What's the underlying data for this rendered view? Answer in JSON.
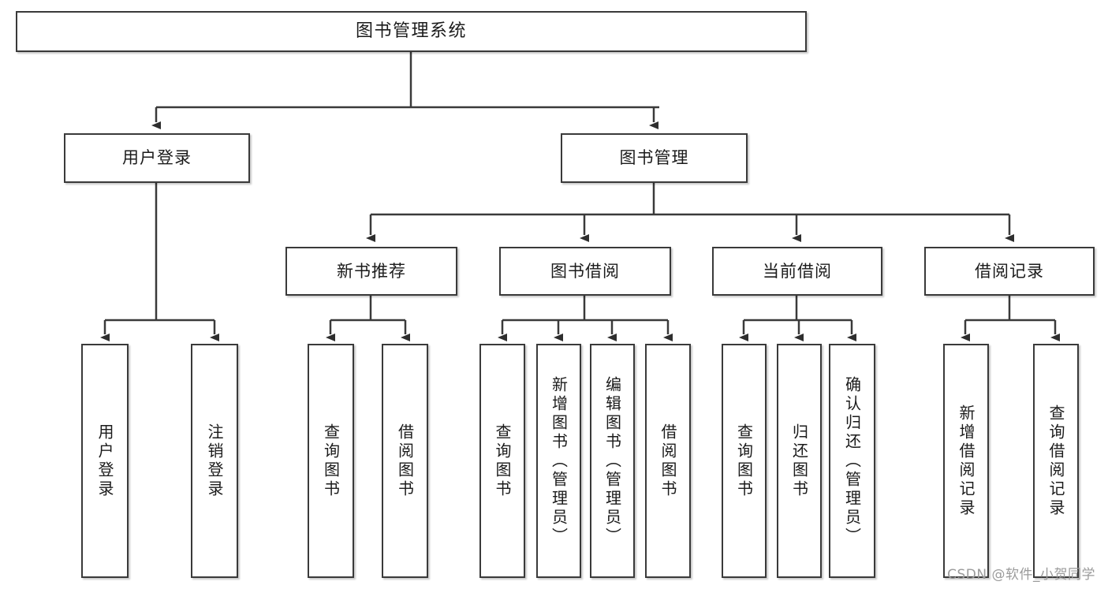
{
  "diagram": {
    "type": "tree-hierarchy",
    "title": "图书管理系统",
    "watermark": "CSDN @软件_小贺同学",
    "colors": {
      "node_border": "#3a3a3a",
      "node_fill": "#ffffff",
      "edge": "#3a3a3a",
      "text": "#1b1b1b",
      "watermark": "#9b9b9b",
      "background": "#ffffff"
    },
    "root": {
      "label": "图书管理系统"
    },
    "level2": [
      {
        "label": "用户登录"
      },
      {
        "label": "图书管理"
      }
    ],
    "level3": [
      {
        "label": "新书推荐"
      },
      {
        "label": "图书借阅"
      },
      {
        "label": "当前借阅"
      },
      {
        "label": "借阅记录"
      }
    ],
    "leaves": {
      "user_login": [
        {
          "label": "用户登录"
        },
        {
          "label": "注销登录"
        }
      ],
      "new_book_recommend": [
        {
          "label": "查询图书"
        },
        {
          "label": "借阅图书"
        }
      ],
      "book_borrow": [
        {
          "label": "查询图书"
        },
        {
          "label": "新增图书（管理员）"
        },
        {
          "label": "编辑图书（管理员）"
        },
        {
          "label": "借阅图书"
        }
      ],
      "current_borrow": [
        {
          "label": "查询图书"
        },
        {
          "label": "归还图书"
        },
        {
          "label": "确认归还（管理员）"
        }
      ],
      "borrow_record": [
        {
          "label": "新增借阅记录"
        },
        {
          "label": "查询借阅记录"
        }
      ]
    }
  }
}
